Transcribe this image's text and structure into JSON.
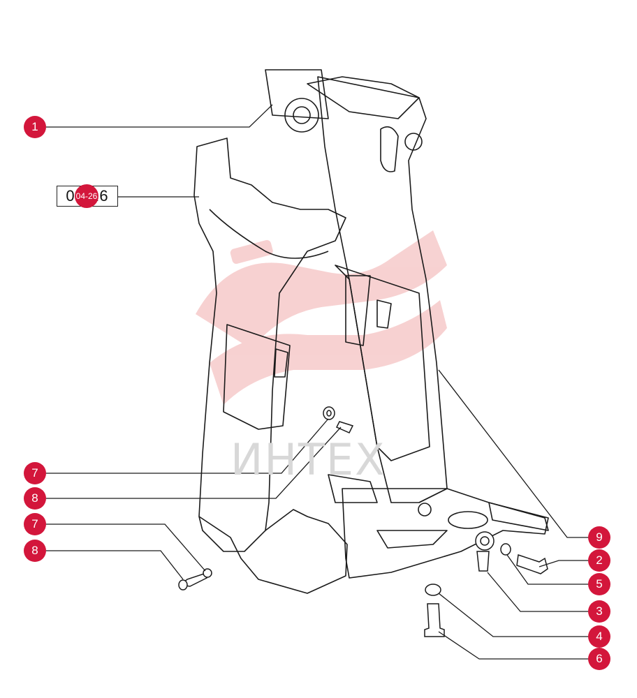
{
  "reference_box": {
    "text": "04-26",
    "dot_text": "04-26"
  },
  "watermark": {
    "text": "ИНТЕХ"
  },
  "callouts": [
    {
      "id": "c1",
      "label": "1"
    },
    {
      "id": "c7a",
      "label": "7"
    },
    {
      "id": "c8a",
      "label": "8"
    },
    {
      "id": "c7b",
      "label": "7"
    },
    {
      "id": "c8b",
      "label": "8"
    },
    {
      "id": "c9",
      "label": "9"
    },
    {
      "id": "c2",
      "label": "2"
    },
    {
      "id": "c5",
      "label": "5"
    },
    {
      "id": "c3",
      "label": "3"
    },
    {
      "id": "c4",
      "label": "4"
    },
    {
      "id": "c6",
      "label": "6"
    }
  ],
  "colors": {
    "callout": "#d3163b",
    "line": "#1a1a1a",
    "watermark": "#f4c9c9"
  }
}
